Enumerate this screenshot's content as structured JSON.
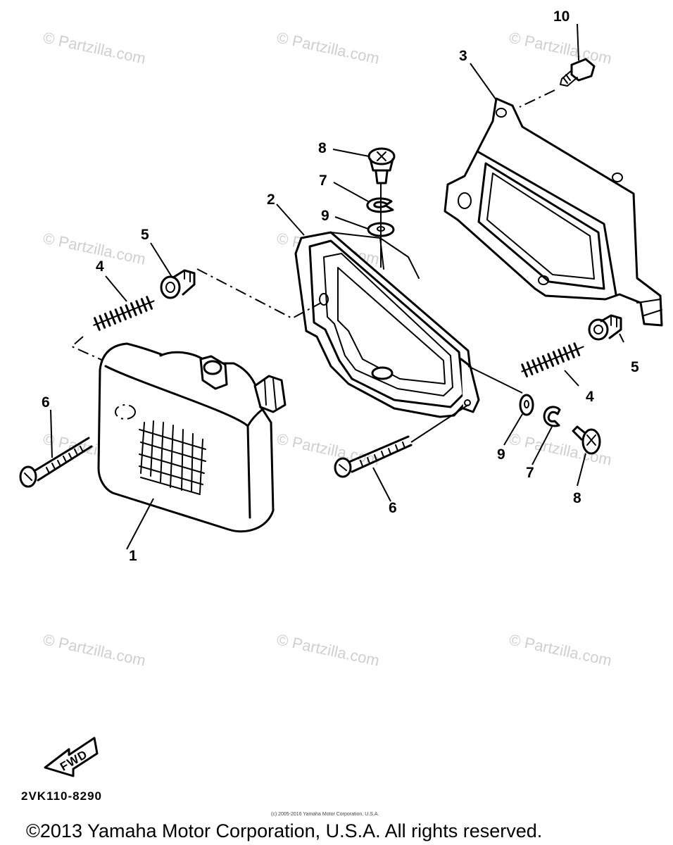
{
  "diagram": {
    "watermark": "© Partzilla.com",
    "callouts": [
      "1",
      "2",
      "3",
      "4",
      "5",
      "6",
      "7",
      "8",
      "9",
      "10"
    ],
    "fwd_label": "FWD",
    "diagram_code": "2VK110-8290",
    "fine_print": "(c) 2005-2016 Yamaha Motor Corporation, U.S.A.",
    "copyright": "©2013 Yamaha Motor Corporation, U.S.A. All rights reserved."
  }
}
